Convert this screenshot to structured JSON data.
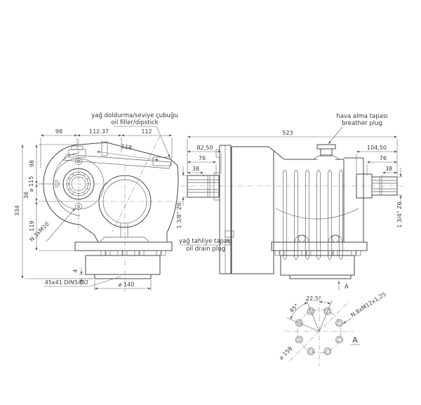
{
  "document": {
    "type": "technical drawing",
    "subject": "right-angle gearbox / speed reducer, three orthographic-style views",
    "background": "#ffffff",
    "line_color": "#474747",
    "text_color": "#3a3a3a"
  },
  "labels": {
    "oil_filler": {
      "tr": "yağ doldurma/seviye çubuğu",
      "en": "oil filler/dipstick"
    },
    "breather": {
      "tr": "hava alma tapası",
      "en": "breather plug"
    },
    "oil_drain": {
      "tr": "yağ tahliye tapası",
      "en": "oil drain plug"
    },
    "section_arrow": "A"
  },
  "front_view": {
    "dims": {
      "top_98": "98",
      "top_112_37": "112.37",
      "top_112": "112",
      "aligned_118": "118",
      "left_98": "98",
      "bore": "⌀ 115",
      "left_36": "36",
      "left_119": "119",
      "overall_334": "334",
      "bolt_note": "N.3xM10",
      "spline_note": "45x41 DIN5482",
      "spigot": "⌀ 140",
      "recess": "4"
    }
  },
  "side_view": {
    "dims": {
      "overall": "523",
      "left_82_50": "82,50",
      "left_76": "76",
      "left_38": "38",
      "shaft_left": "1 3/8\" Z6",
      "right_104_50": "104,50",
      "right_76": "76",
      "right_38": "38",
      "shaft_right": "1 3/4\" Z6"
    }
  },
  "detail_view": {
    "dims": {
      "angle_22_5": "22,5°",
      "angle_45": "45°",
      "bolt_note": "N.8xM12x1,25",
      "bolt_circle": "⌀ 158",
      "view_label": "A"
    }
  }
}
